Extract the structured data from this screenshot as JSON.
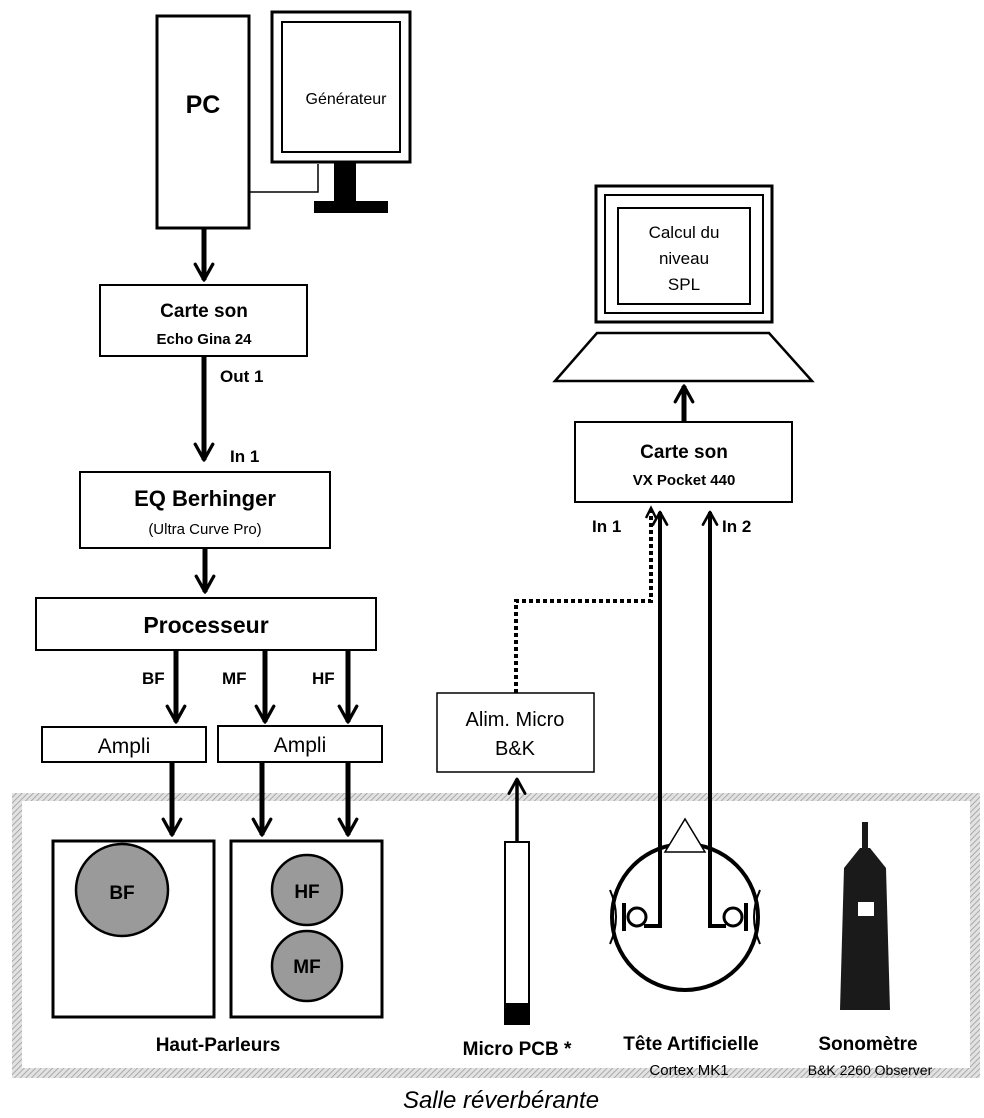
{
  "pc": {
    "label": "PC"
  },
  "monitor_left": {
    "label": "Générateur"
  },
  "soundcard_left": {
    "title": "Carte son",
    "model": "Echo Gina 24",
    "out": "Out 1"
  },
  "equalizer": {
    "in": "In 1",
    "title": "EQ Berhinger",
    "subtitle": "(Ultra Curve Pro)"
  },
  "processor": {
    "label": "Processeur",
    "out_bf": "BF",
    "out_mf": "MF",
    "out_hf": "HF"
  },
  "amps": {
    "left": "Ampli",
    "right": "Ampli"
  },
  "speakers": {
    "bf": "BF",
    "hf": "HF",
    "mf": "MF",
    "caption": "Haut-Parleurs"
  },
  "monitor_right": {
    "line1": "Calcul du",
    "line2": "niveau",
    "line3": "SPL"
  },
  "soundcard_right": {
    "title": "Carte son",
    "model": "VX Pocket 440",
    "in1": "In 1",
    "in2": "In 2"
  },
  "mic_power": {
    "line1": "Alim. Micro",
    "line2": "B&K"
  },
  "microphone": {
    "label": "Micro PCB *"
  },
  "artificial_head": {
    "title": "Tête Artificielle",
    "model": "Cortex MK1"
  },
  "sound_level_meter": {
    "title": "Sonomètre",
    "model": "B&K 2260 Observer"
  },
  "room": {
    "caption": "Salle réverbérante"
  },
  "colors": {
    "speaker_fill": "#9a9a9a",
    "device_dark": "#1a1a1a",
    "room_border": "#bdbdbd"
  }
}
